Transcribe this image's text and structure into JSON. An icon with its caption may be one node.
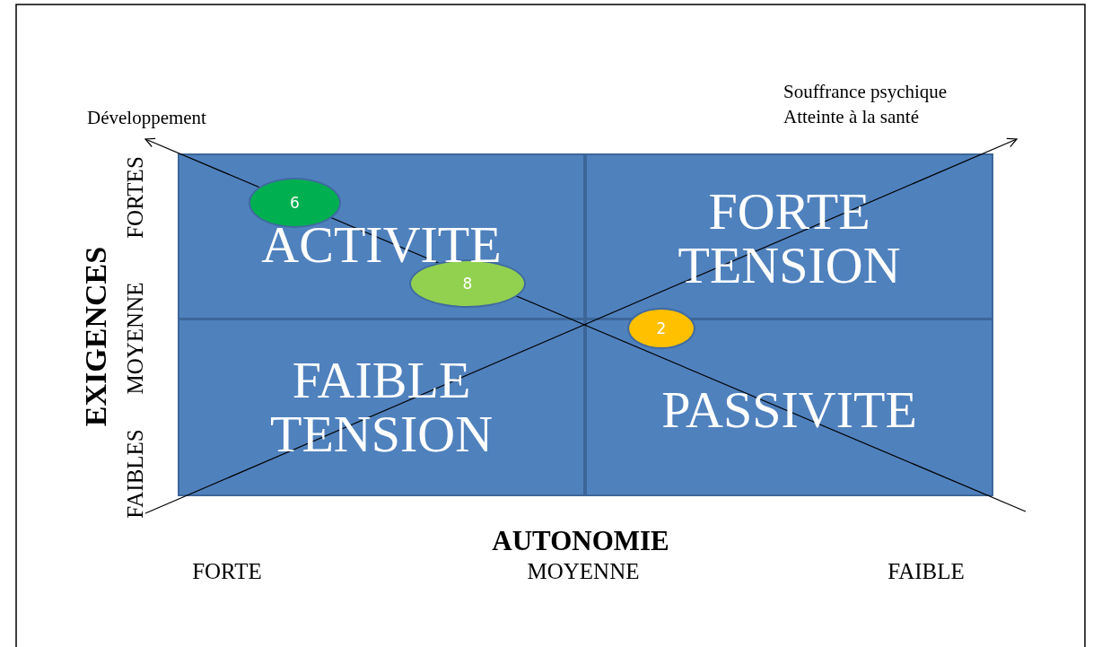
{
  "diagram": {
    "nodes": [
      {
        "text": [
          "ACTIVITE"
        ]
      },
      {
        "text": [
          "FORTE TENSION"
        ]
      },
      {
        "text": [
          "FAIBLE TENSION"
        ]
      },
      {
        "text": [
          "PASSIVITE"
        ]
      },
      {
        "text": [
          "6"
        ],
        "in": 0
      },
      {
        "text": [
          "8"
        ],
        "in": 0
      },
      {
        "text": [
          "2"
        ]
      }
    ],
    "labels": [
      "Souffrance psychique",
      "Atteinte à la santé",
      "Développement",
      "EXIGENCES",
      "FORTES",
      "MOYENNE",
      "FAIBLES",
      "AUTONOMIE",
      "FORTE",
      "MOYENNE",
      "FAIBLE"
    ]
  }
}
